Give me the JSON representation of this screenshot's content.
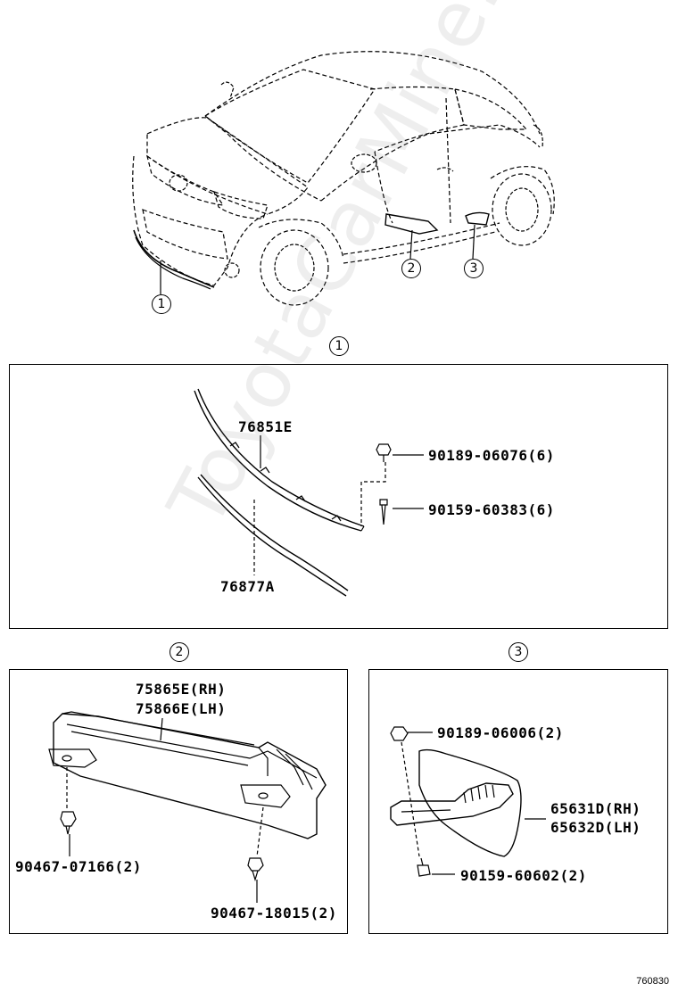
{
  "watermark": "ToyotaCarMine.ru",
  "figure_code": "760830",
  "callouts": {
    "c1": "1",
    "c2": "2",
    "c3": "3"
  },
  "section1": {
    "part_a": "76851E",
    "part_b": "76877A",
    "bolt": "90189-06076(6)",
    "screw": "90159-60383(6)"
  },
  "section2": {
    "part_rh": "75865E(RH)",
    "part_lh": "75866E(LH)",
    "clip_a": "90467-07166(2)",
    "clip_b": "90467-18015(2)"
  },
  "section3": {
    "nut": "90189-06006(2)",
    "part_rh": "65631D(RH)",
    "part_lh": "65632D(LH)",
    "screw": "90159-60602(2)"
  }
}
